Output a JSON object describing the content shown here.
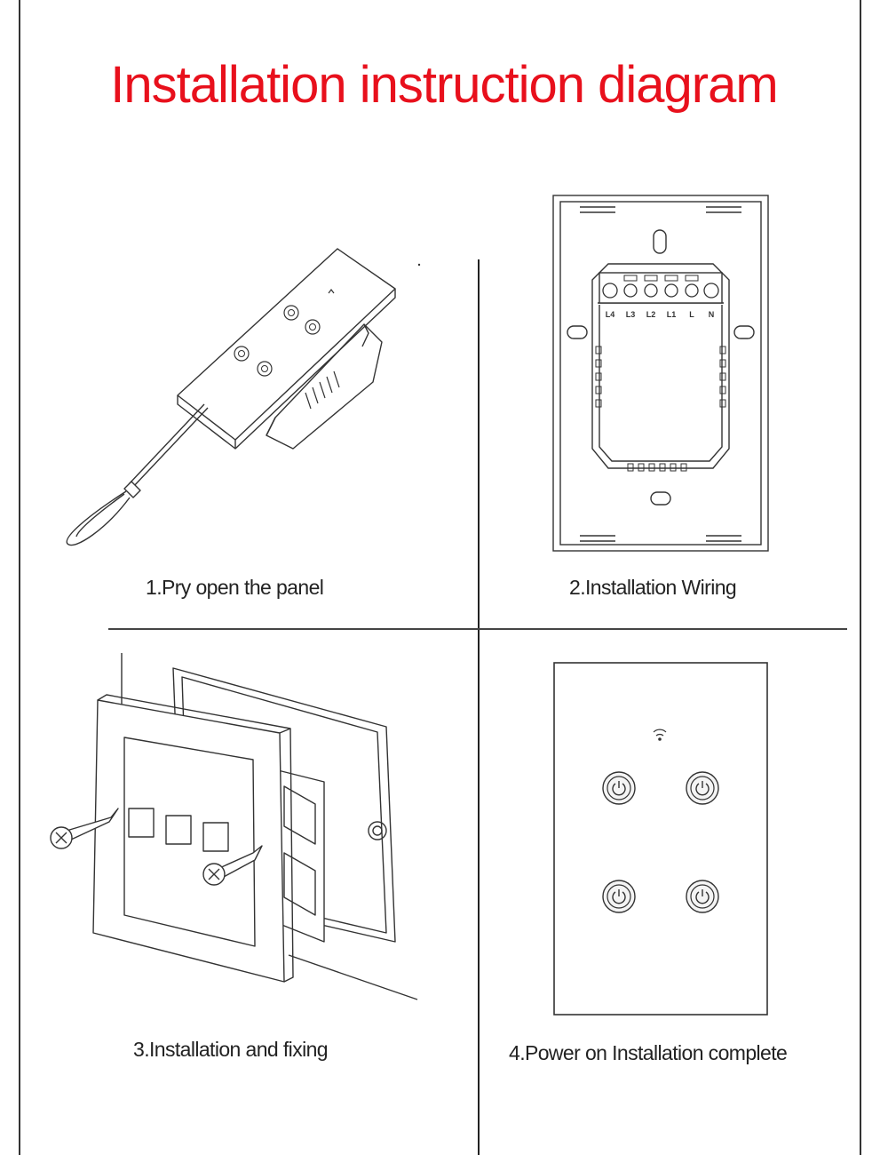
{
  "header": {
    "title": "Installation instruction diagram"
  },
  "steps": [
    {
      "caption": "1.Pry open the panel",
      "illustration": "screwdriver-prying-panel"
    },
    {
      "caption": "2.Installation Wiring",
      "illustration": "switch-back-terminals"
    },
    {
      "caption": "3.Installation and fixing",
      "illustration": "screwing-into-wall-box"
    },
    {
      "caption": "4.Power on Installation complete",
      "illustration": "finished-touch-panel"
    }
  ],
  "terminals": [
    "L4",
    "L3",
    "L2",
    "L1",
    "L",
    "N"
  ],
  "colors": {
    "title": "#e8101c",
    "line": "#333333"
  },
  "icons": [
    "wifi-icon",
    "power-icon"
  ]
}
